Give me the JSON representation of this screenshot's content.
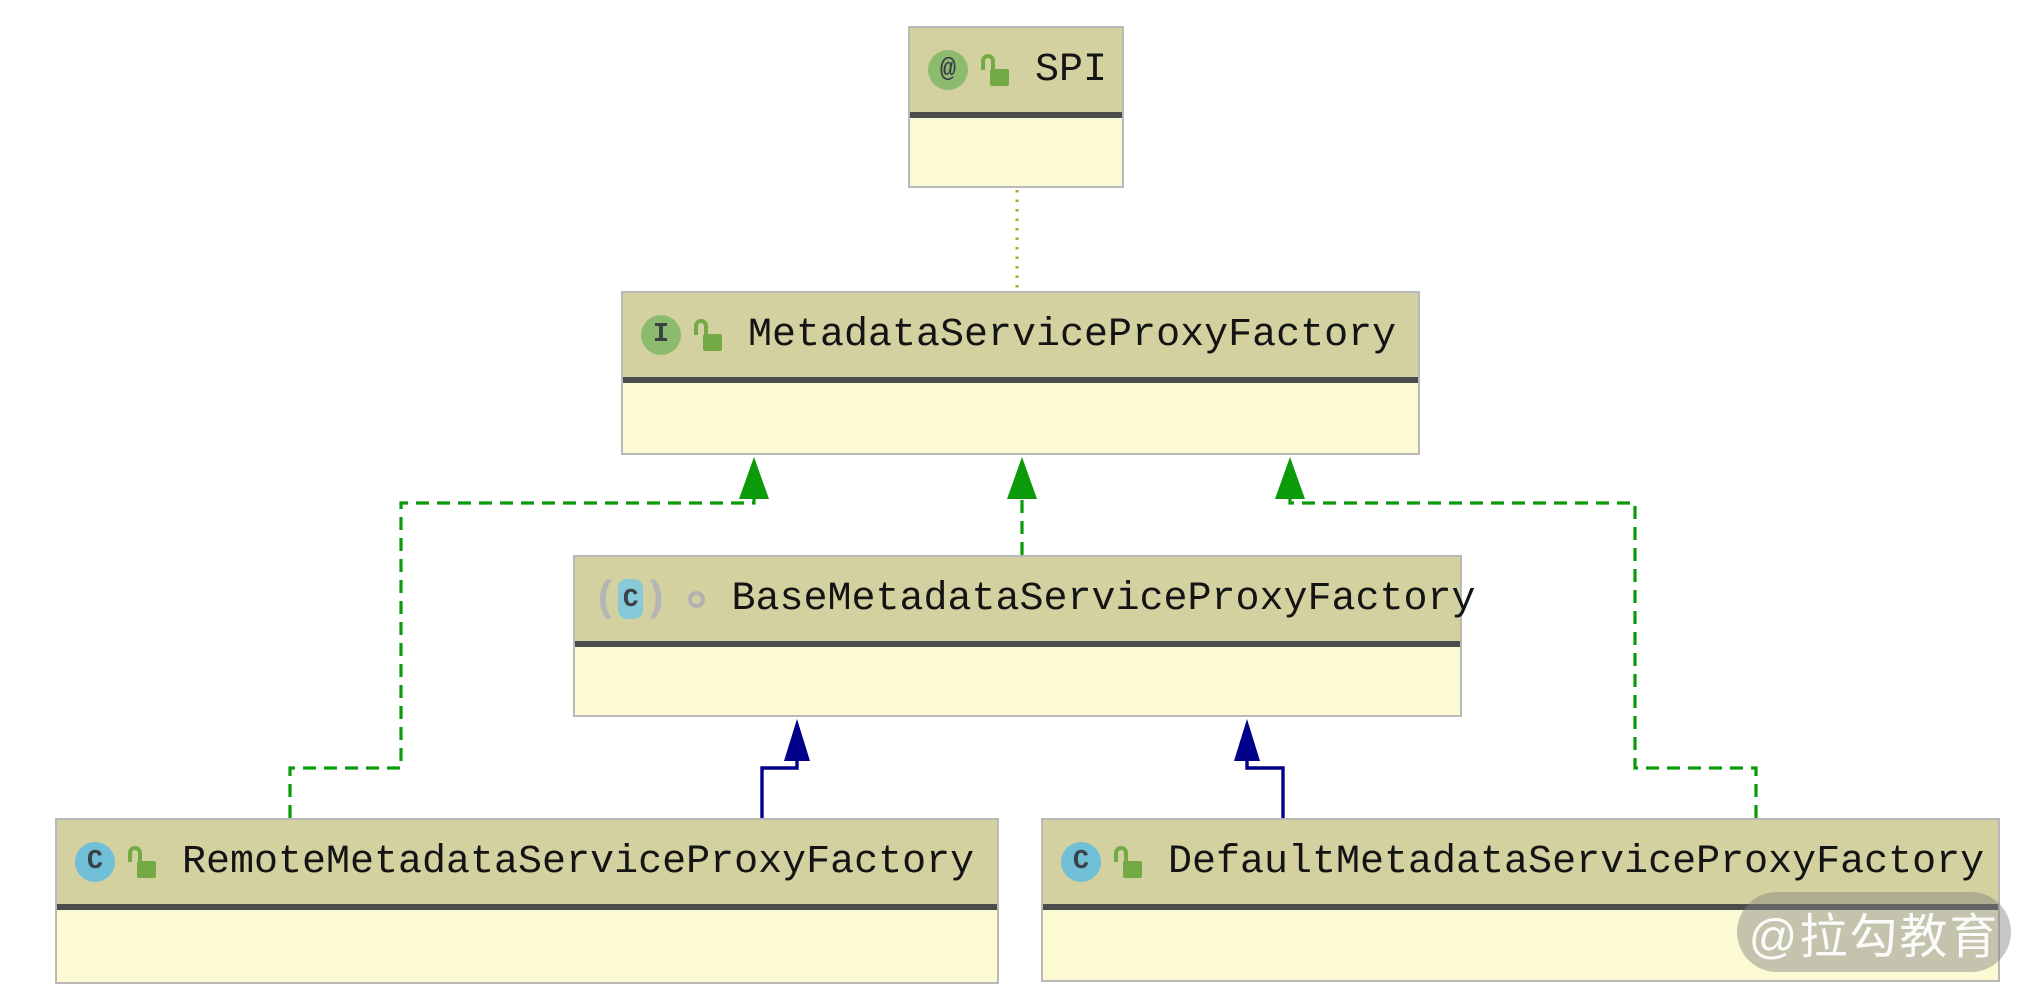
{
  "diagram_type": "uml-class-diagram",
  "nodes": [
    {
      "id": "spi",
      "label": "SPI",
      "kind": "annotation",
      "modifier_icons": [
        "annotation-icon",
        "open-lock-icon"
      ]
    },
    {
      "id": "metadata-service-proxy-factory",
      "label": "MetadataServiceProxyFactory",
      "kind": "interface",
      "modifier_icons": [
        "interface-icon",
        "open-lock-icon"
      ]
    },
    {
      "id": "base-metadata-service-proxy-factory",
      "label": "BaseMetadataServiceProxyFactory",
      "kind": "abstract-class",
      "modifier_icons": [
        "abstract-class-icon",
        "package-local-icon"
      ]
    },
    {
      "id": "remote-metadata-service-proxy-factory",
      "label": "RemoteMetadataServiceProxyFactory",
      "kind": "class",
      "modifier_icons": [
        "class-icon",
        "open-lock-icon"
      ]
    },
    {
      "id": "default-metadata-service-proxy-factory",
      "label": "DefaultMetadataServiceProxyFactory",
      "kind": "class",
      "modifier_icons": [
        "class-icon",
        "open-lock-icon"
      ]
    }
  ],
  "icons": {
    "annotation": "@",
    "interface": "I",
    "class": "C",
    "abstract_class": "C",
    "paren_left": "(",
    "paren_right": ")"
  },
  "edges": [
    {
      "from": "MetadataServiceProxyFactory",
      "to": "SPI",
      "type": "annotated-with",
      "style": "dotted",
      "color": "#a9a91f"
    },
    {
      "from": "BaseMetadataServiceProxyFactory",
      "to": "MetadataServiceProxyFactory",
      "type": "implements",
      "style": "dashed",
      "color": "#0a9a0a"
    },
    {
      "from": "RemoteMetadataServiceProxyFactory",
      "to": "MetadataServiceProxyFactory",
      "type": "implements",
      "style": "dashed",
      "color": "#0a9a0a"
    },
    {
      "from": "DefaultMetadataServiceProxyFactory",
      "to": "MetadataServiceProxyFactory",
      "type": "implements",
      "style": "dashed",
      "color": "#0a9a0a"
    },
    {
      "from": "RemoteMetadataServiceProxyFactory",
      "to": "BaseMetadataServiceProxyFactory",
      "type": "extends",
      "style": "solid",
      "color": "#00008b"
    },
    {
      "from": "DefaultMetadataServiceProxyFactory",
      "to": "BaseMetadataServiceProxyFactory",
      "type": "extends",
      "style": "solid",
      "color": "#00008b"
    }
  ],
  "watermark": {
    "text": "@拉勾教育"
  },
  "colors": {
    "canvas_background": "#ffffff",
    "node_header": "#d4d1a1",
    "node_body": "#fbfad3",
    "node_border": "#b9b9b9",
    "header_separator": "#4c4c4c",
    "implements_edge": "#0a9a0a",
    "extends_edge": "#00008b",
    "annotation_edge": "#a9a91f",
    "interface_icon_bg": "#8cbb6d",
    "class_icon_bg": "#70bfd7",
    "abstract_class_icon_bg": "#86cada",
    "lock_icon": "#74aa46"
  }
}
